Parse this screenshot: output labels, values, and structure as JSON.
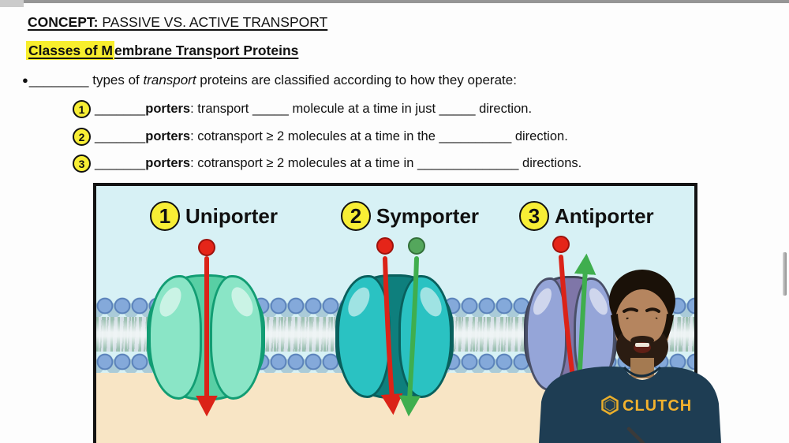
{
  "header": {
    "concept_label": "CONCEPT:",
    "concept_title": " PASSIVE VS. ACTIVE TRANSPORT",
    "heading_highlight": "Classes of M",
    "heading_rest": "embrane Transport Proteins"
  },
  "bullet": {
    "marker": "●",
    "lead": "________ types of ",
    "italic": "transport",
    "tail": " proteins are classified according to how they operate:"
  },
  "items": [
    {
      "number": "1",
      "blank": "_______",
      "bold_word": "porters",
      "rest": ": transport _____ molecule at a time in just _____ direction."
    },
    {
      "number": "2",
      "blank": "_______",
      "bold_word": "porters",
      "rest": ": cotransport ≥ 2 molecules at a time in the __________ direction."
    },
    {
      "number": "3",
      "blank": "_______",
      "bold_word": "porters",
      "rest": ": cotransport ≥ 2 molecules at a time in ______________ directions."
    }
  ],
  "diagram": {
    "columns": [
      {
        "number": "1",
        "label": "Uniporter",
        "molecules": [
          "red"
        ],
        "arrows": [
          "red-down"
        ]
      },
      {
        "number": "2",
        "label": "Symporter",
        "molecules": [
          "red",
          "green"
        ],
        "arrows": [
          "red-down",
          "green-down"
        ]
      },
      {
        "number": "3",
        "label": "Antiporter",
        "molecules": [
          "red"
        ],
        "arrows": [
          "red-down",
          "green-up"
        ]
      }
    ],
    "colors": {
      "background_top": "#d7f1f5",
      "background_bottom": "#f8e5c5",
      "highlight_yellow": "#f7ee2d",
      "badge_yellow": "#f8ee35",
      "molecule_red": "#e52519",
      "molecule_green": "#54a75c",
      "arrow_red": "#db2318",
      "arrow_green": "#3fae4e",
      "uniporter": "#8ae5c6",
      "symporter": "#2ac2c2",
      "antiporter": "#95a5d8",
      "membrane_head_blue": "#84a9da"
    }
  },
  "presenter": {
    "shirt_text": "CLUTCH",
    "shirt_color": "#1e3d53",
    "logo_gold": "#f2b22e"
  }
}
